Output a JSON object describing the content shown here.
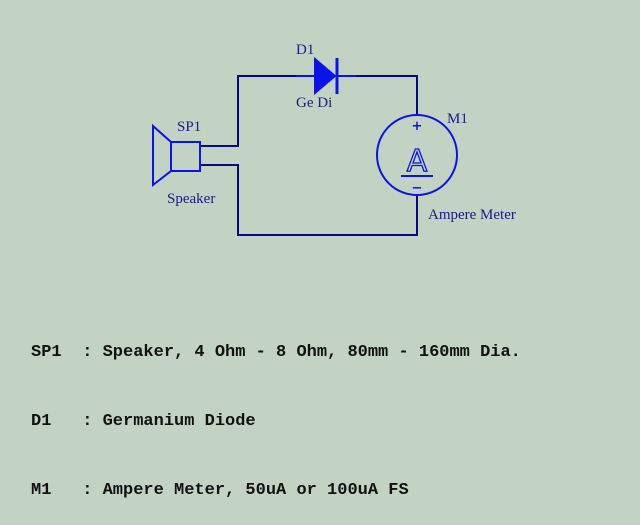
{
  "diagram": {
    "colors": {
      "background": "#c3d3c3",
      "symbol": "#0a14e8",
      "wire": "#0a0a80",
      "label": "#1a1a8a"
    },
    "components": {
      "speaker": {
        "ref": "SP1",
        "value": "Speaker"
      },
      "diode": {
        "ref": "D1",
        "value": "Ge Di"
      },
      "meter": {
        "ref": "M1",
        "value": "Ampere Meter",
        "symbol": "A",
        "plus": "+",
        "minus": "−"
      }
    }
  },
  "legend": [
    {
      "ref": "SP1",
      "sep": ":",
      "desc": "Speaker, 4 Ohm - 8 Ohm, 80mm - 160mm Dia."
    },
    {
      "ref": "D1",
      "sep": ":",
      "desc": "Germanium Diode"
    },
    {
      "ref": "M1",
      "sep": ":",
      "desc": "Ampere Meter, 50uA or 100uA FS"
    }
  ]
}
